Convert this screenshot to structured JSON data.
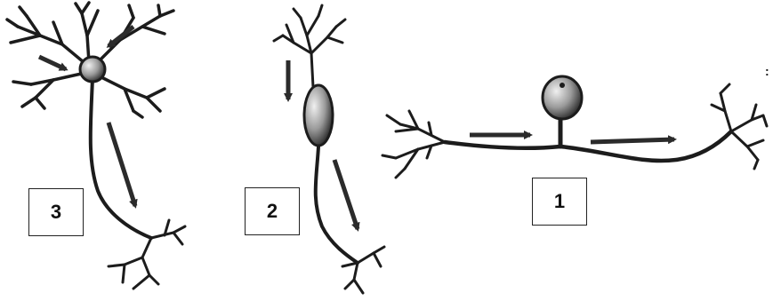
{
  "figure": {
    "labels": {
      "multipolar": "3",
      "bipolar": "2",
      "unipolar": "1"
    },
    "edge_mark": ":",
    "colors": {
      "ink": "#1c1c1c",
      "soma_fill": "#8a8a8a",
      "soma_highlight": "#e6e6e6",
      "arrow": "#2b2b2b"
    }
  }
}
